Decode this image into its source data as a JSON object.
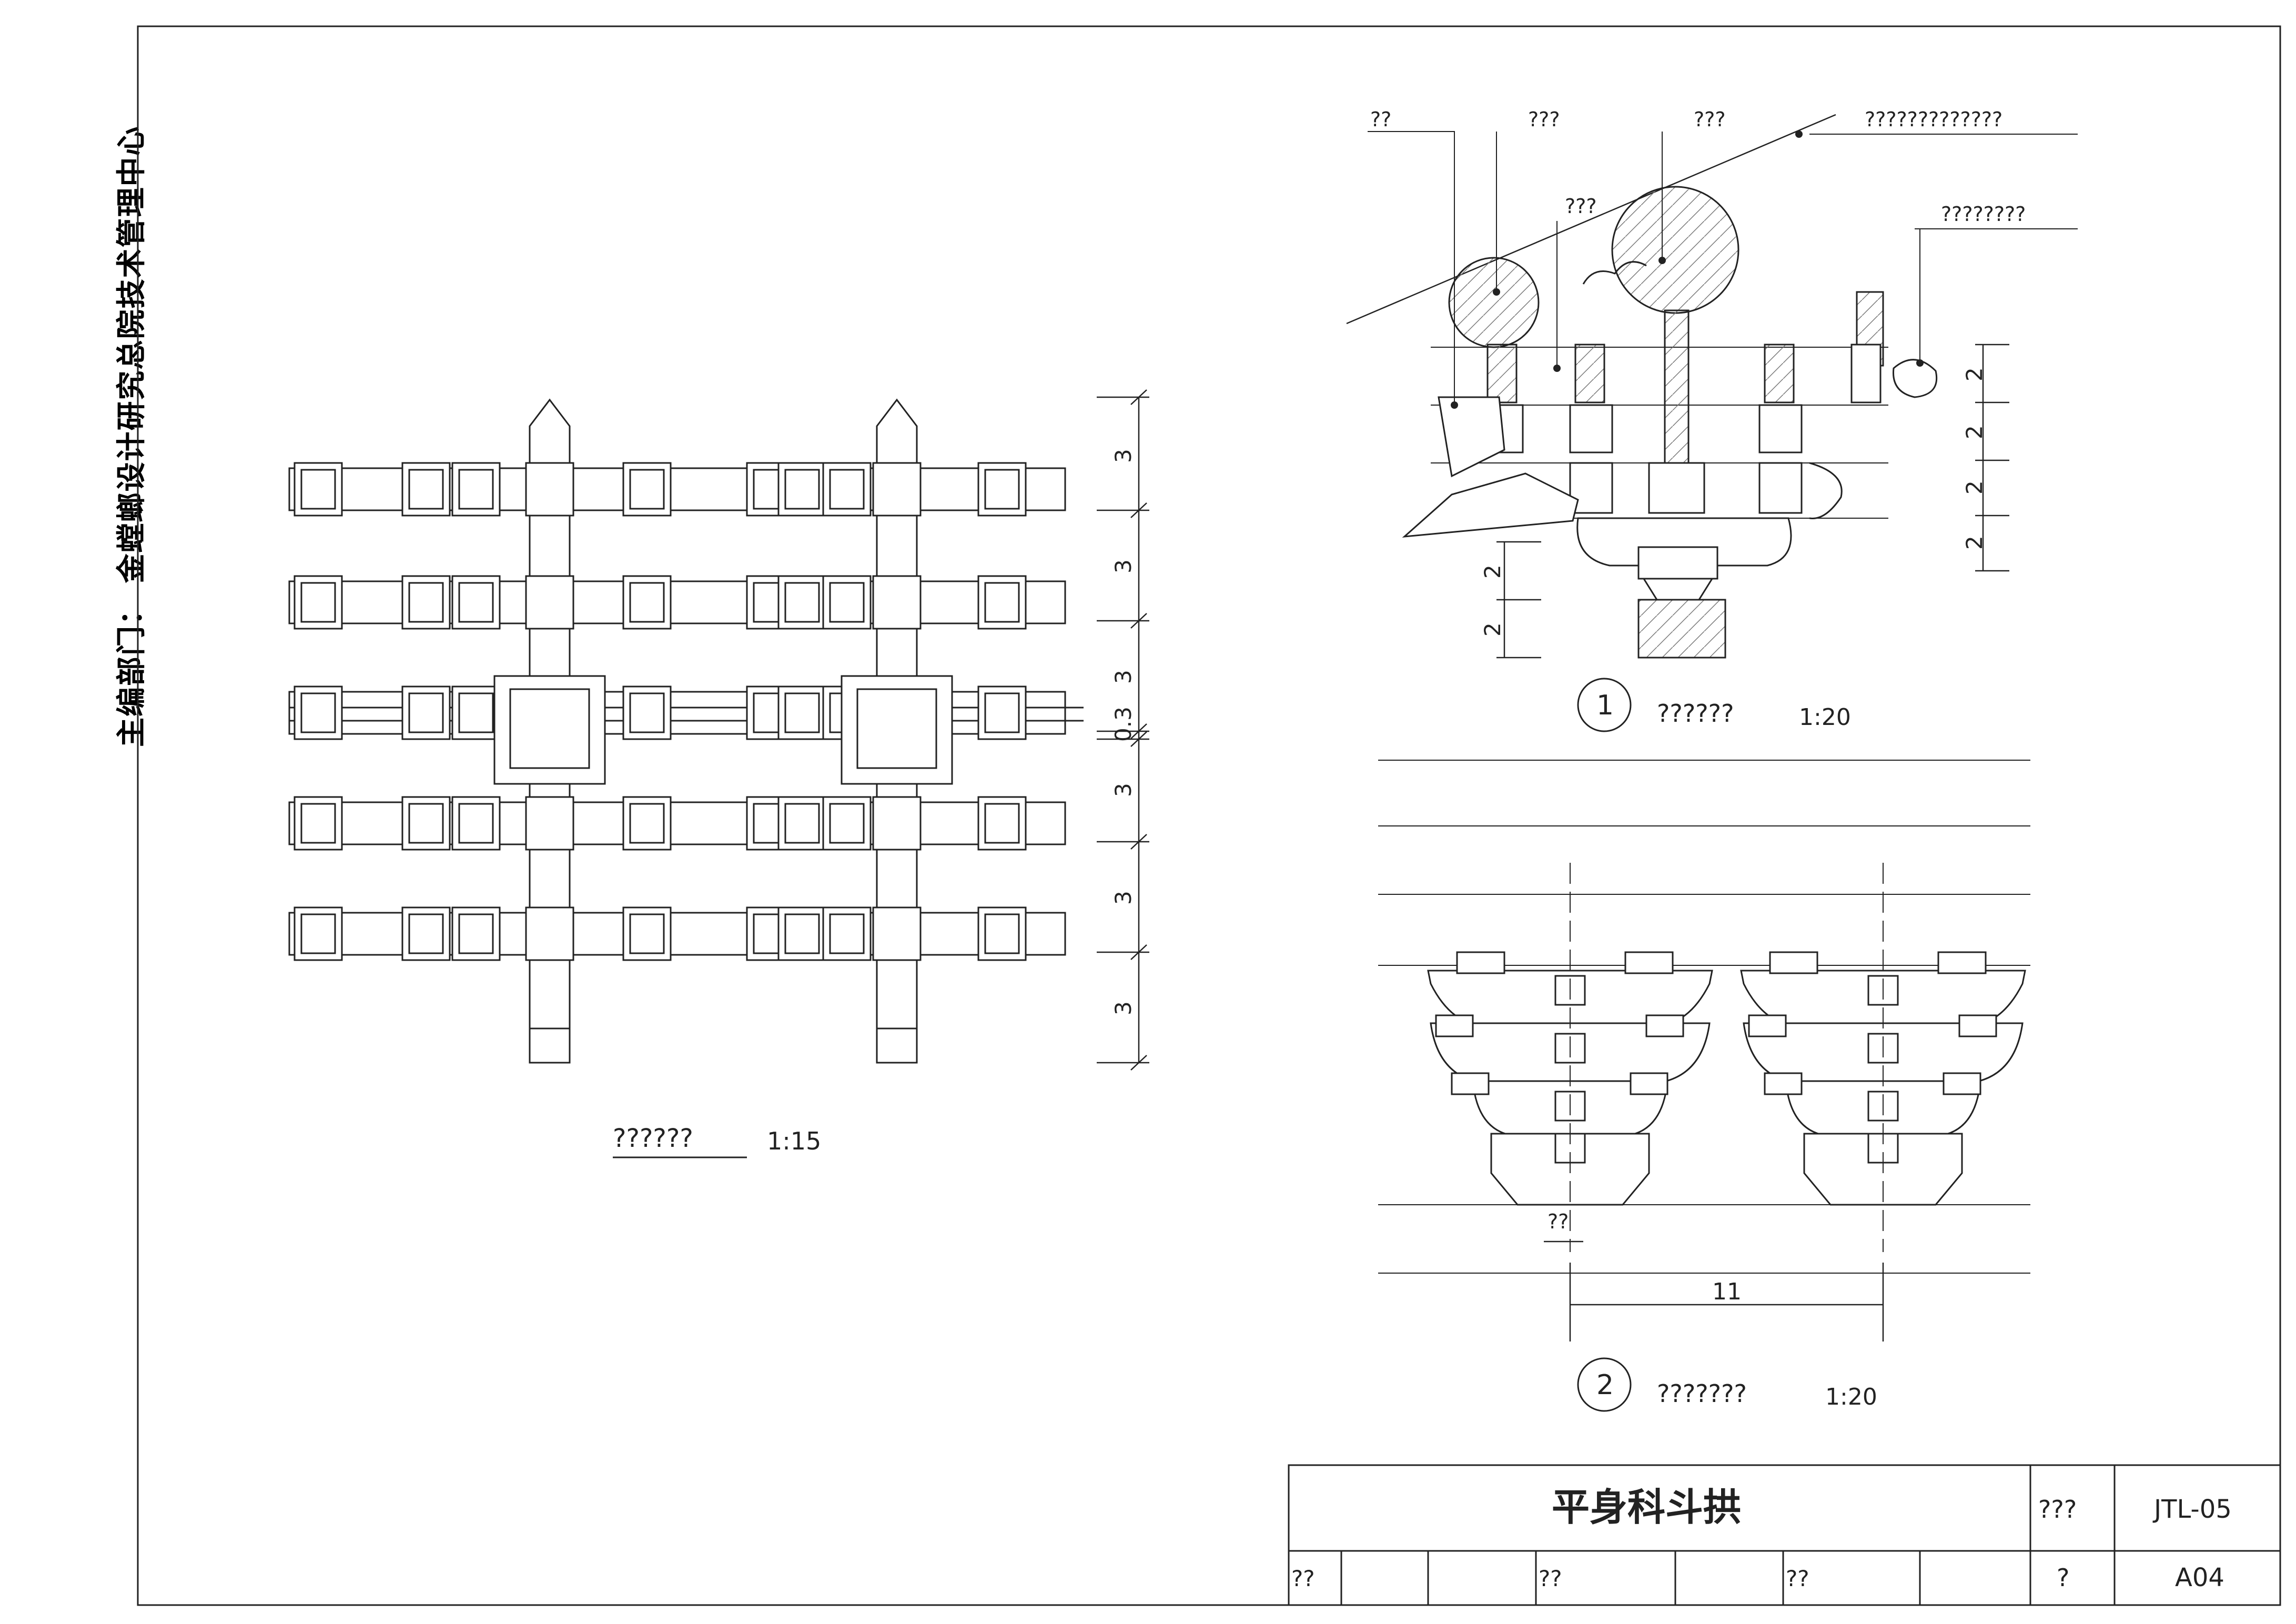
{
  "side_note": "主编部门：  金螳螂设计研究总院技术管理中心",
  "plan_view": {
    "label": "??????",
    "scale": "1:15",
    "dims": [
      "3",
      "3",
      "3",
      "0.3",
      "3",
      "3",
      "3"
    ]
  },
  "detail_1": {
    "number": "1",
    "label": "??????",
    "scale": "1:20",
    "callouts": [
      "??",
      "???",
      "???",
      "?????????????",
      "???",
      "????????"
    ],
    "dims_left": [
      "2",
      "2"
    ],
    "dims_right": [
      "2",
      "2",
      "2",
      "2"
    ]
  },
  "detail_2": {
    "number": "2",
    "label": "???????",
    "scale": "1:20",
    "small_dim": "??",
    "span_dim": "11"
  },
  "title_block": {
    "title": "平身科斗拱",
    "drawing_no_label": "???",
    "drawing_no": "JTL-05",
    "cells": [
      "??",
      "??",
      "??"
    ],
    "page_label": "?",
    "page": "A04"
  },
  "colors": {
    "line": "#222222",
    "hatch": "#555555"
  }
}
